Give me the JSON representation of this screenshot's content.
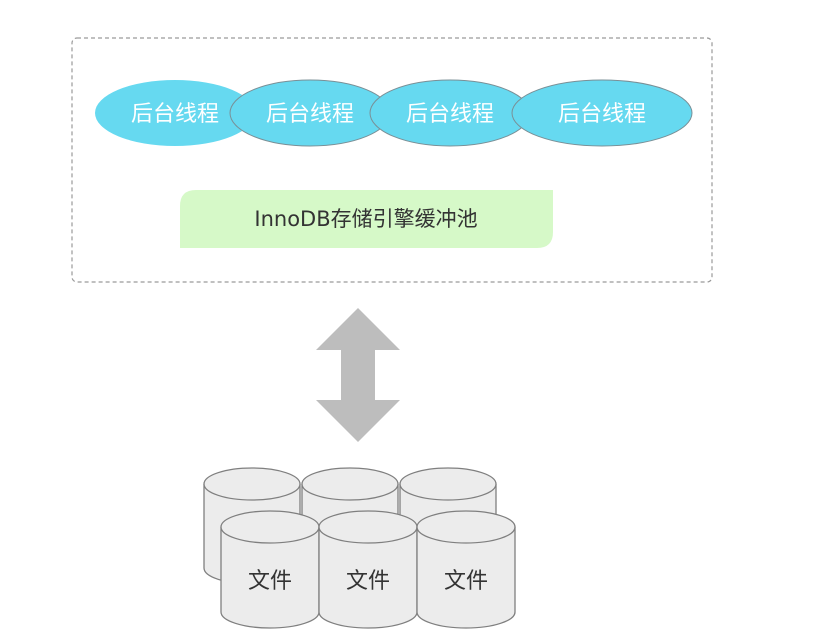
{
  "threads": [
    "后台线程",
    "后台线程",
    "后台线程",
    "后台线程"
  ],
  "buffer_pool": {
    "label": "InnoDB存储引擎缓冲池"
  },
  "files": [
    "文件",
    "文件",
    "文件"
  ],
  "colors": {
    "thread_fill": "#66d9f0",
    "thread_stroke": "#7a8f96",
    "pool_fill": "#d6f9c8",
    "arrow_fill": "#bdbdbd",
    "disk_fill": "#ececec",
    "disk_stroke": "#7f7f7f",
    "frame_stroke": "#9a9a9a"
  }
}
